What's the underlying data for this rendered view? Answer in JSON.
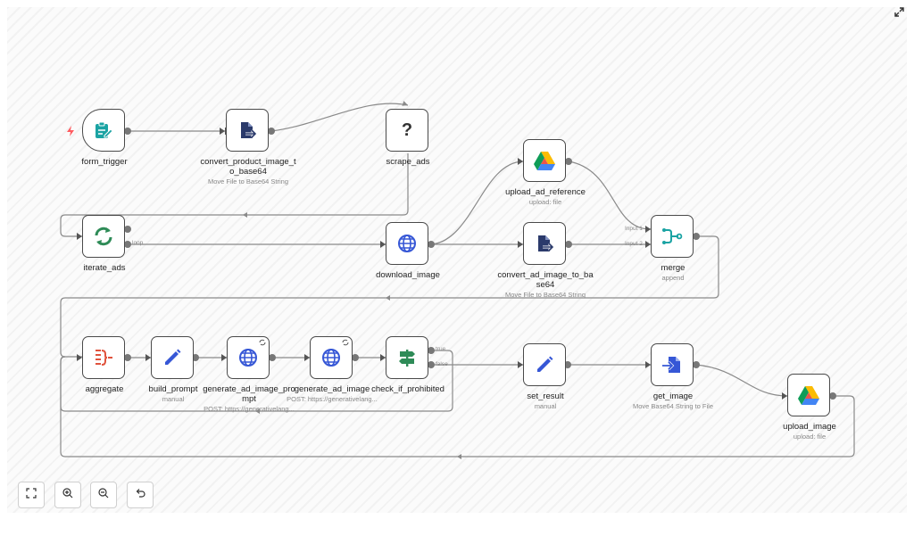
{
  "nodes": {
    "form_trigger": {
      "name": "form_trigger",
      "icon": "form-icon"
    },
    "convert_product": {
      "name": "convert_product_image_t",
      "name2": "o_base64",
      "sub": "Move File to Base64 String",
      "icon": "file-arrow-icon"
    },
    "scrape_ads": {
      "name": "scrape_ads",
      "glyph": "?",
      "icon": "question-icon"
    },
    "upload_ad_reference": {
      "name": "upload_ad_reference",
      "sub": "upload: file",
      "icon": "google-drive-icon"
    },
    "iterate_ads": {
      "name": "iterate_ads",
      "icon": "loop-icon"
    },
    "download_image": {
      "name": "download_image",
      "icon": "globe-icon"
    },
    "convert_ad_image": {
      "name": "convert_ad_image_to_ba",
      "name2": "se64",
      "sub": "Move File to Base64 String",
      "icon": "file-arrow-icon"
    },
    "merge": {
      "name": "merge",
      "sub": "append",
      "icon": "merge-icon"
    },
    "aggregate": {
      "name": "aggregate",
      "icon": "aggregate-icon"
    },
    "build_prompt": {
      "name": "build_prompt",
      "sub": "manual",
      "icon": "pencil-icon"
    },
    "generate_ad_image_prompt": {
      "name": "generate_ad_image_pro",
      "name2": "mpt",
      "sub": "POST: https://generativelang...",
      "icon": "globe-icon"
    },
    "generate_ad_image": {
      "name": "generate_ad_image",
      "sub": "POST: https://generativelang...",
      "icon": "globe-icon"
    },
    "check_if_prohibited": {
      "name": "check_if_prohibited",
      "icon": "signpost-icon"
    },
    "set_result": {
      "name": "set_result",
      "sub": "manual",
      "icon": "pencil-icon"
    },
    "get_image": {
      "name": "get_image",
      "sub": "Move Base64 String to File",
      "icon": "file-import-icon"
    },
    "upload_image": {
      "name": "upload_image",
      "sub": "upload: file",
      "icon": "google-drive-icon"
    }
  },
  "ports": {
    "loop": "loop",
    "input1": "Input 1",
    "input2": "Input 2",
    "true": "true",
    "false": "false"
  },
  "toolbar": [
    "fit-view",
    "zoom-in",
    "zoom-out",
    "reset"
  ],
  "colors": {
    "wire": "#8a8a8a",
    "node_border": "#4a4a4a",
    "teal": "#1aa3a3",
    "navy": "#2b3a6b",
    "green": "#2e8b57",
    "blue": "#3657d6",
    "red": "#e0523c",
    "trigger": "#ff5a5f"
  }
}
